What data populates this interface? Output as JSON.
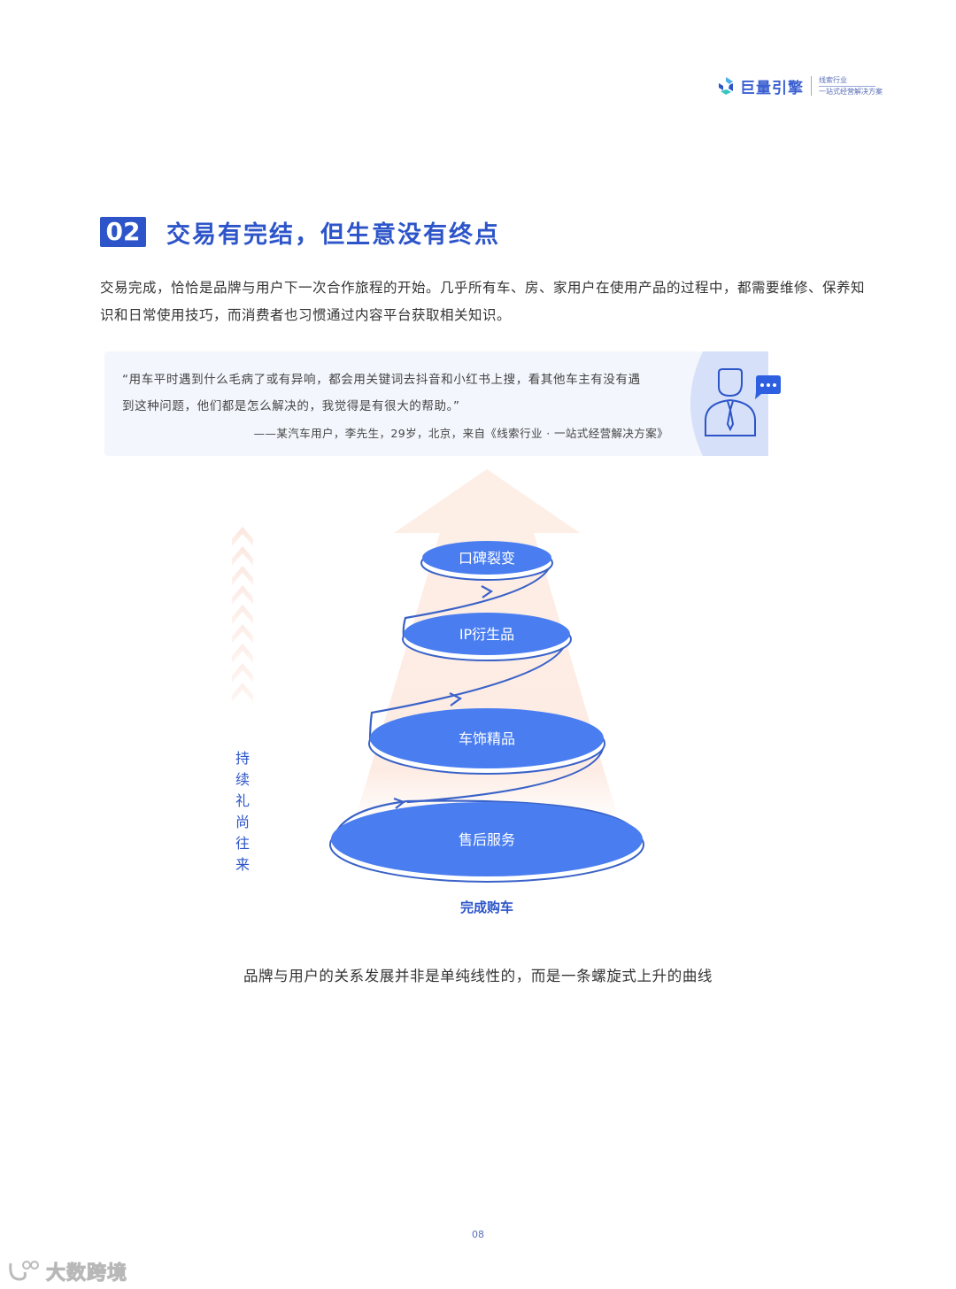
{
  "header": {
    "brand_name": "巨量引擎",
    "sub_line1": "线索行业",
    "sub_line2": "一站式经营解决方案"
  },
  "section": {
    "number": "02",
    "title": "交易有完结，但生意没有终点"
  },
  "intro": "交易完成，恰恰是品牌与用户下一次合作旅程的开始。几乎所有车、房、家用户在使用产品的过程中，都需要维修、保养知识和日常使用技巧，而消费者也习惯通过内容平台获取相关知识。",
  "quote": {
    "line1": "“用车平时遇到什么毛病了或有异响，都会用关键词去抖音和小红书上搜，看其他车主有没有遇",
    "line2": "到这种问题，他们都是怎么解决的，我觉得是有很大的帮助。”",
    "attribution": "——某汽车用户，李先生，29岁，北京，来自《线索行业 · 一站式经营解决方案》",
    "icons": [
      "person-icon",
      "chat-bubble-icon"
    ]
  },
  "diagram": {
    "levels": [
      "口碑裂变",
      "IP衍生品",
      "车饰精品",
      "售后服务"
    ],
    "side_label": "持续礼尚往来",
    "bottom_label": "完成购车",
    "colors": {
      "disc": "#4a7ef0",
      "disc_outline": "#3a62c8",
      "arrow_bg": "#fdeee6",
      "accent": "#2d55c9"
    }
  },
  "caption": "品牌与用户的关系发展并非是单纯线性的，而是一条螺旋式上升的曲线",
  "footer": {
    "page_number": "08",
    "watermark": "大数跨境"
  }
}
